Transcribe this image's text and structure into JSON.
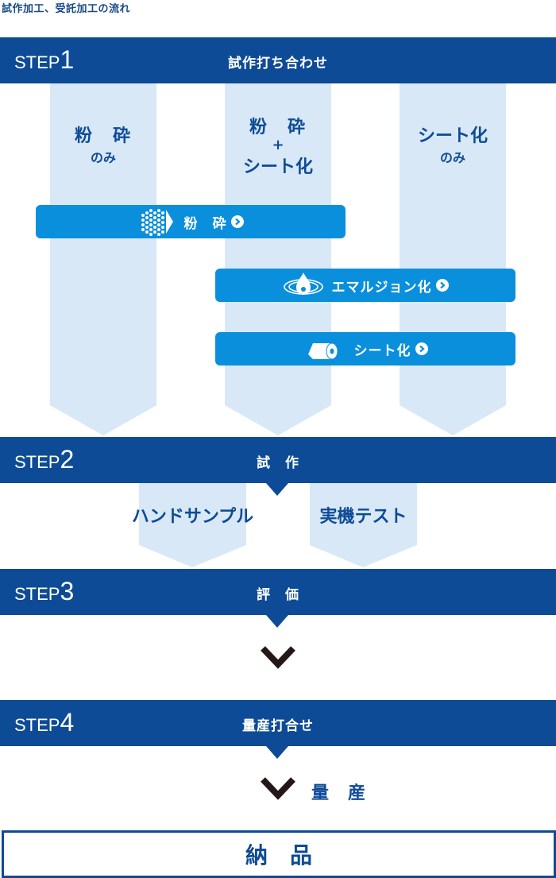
{
  "title": "試作加工、受託加工の流れ",
  "steps": [
    {
      "word": "STEP",
      "num": "1",
      "title": "試作打ち合わせ"
    },
    {
      "word": "STEP",
      "num": "2",
      "title": "試　作"
    },
    {
      "word": "STEP",
      "num": "3",
      "title": "評　価"
    },
    {
      "word": "STEP",
      "num": "4",
      "title": "量産打合せ"
    }
  ],
  "columns": [
    {
      "line1": "粉　砕",
      "line2": "のみ"
    },
    {
      "line1": "粉　砕",
      "line2": "+",
      "line3": "シート化"
    },
    {
      "line1": "シート化",
      "line2": "のみ"
    }
  ],
  "bars": [
    {
      "label": "粉　砕",
      "icon": "powder-icon"
    },
    {
      "label": "エマルジョン化",
      "icon": "emulsion-drop-icon"
    },
    {
      "label": "シート化",
      "icon": "sheet-roll-icon"
    }
  ],
  "step2_items": [
    "ハンドサンプル",
    "実機テスト"
  ],
  "mass_production": "量　産",
  "final": "納品",
  "colors": {
    "navy": "#0e4b96",
    "light": "#d8e8f7",
    "bar": "#0a8fdc"
  }
}
